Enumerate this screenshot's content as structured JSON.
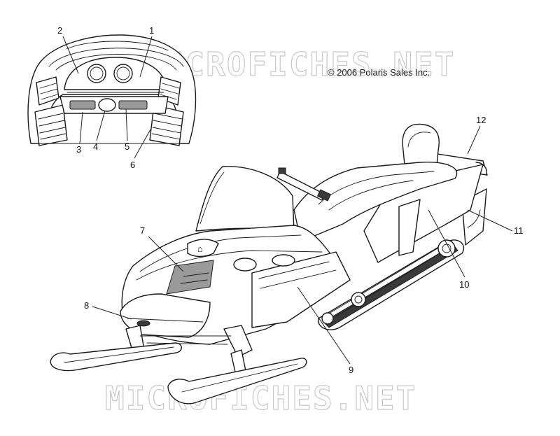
{
  "copyright": "© 2006 Polaris Sales Inc.",
  "watermarks": {
    "top": "MICROFICHES.NET",
    "bottom": "MICROFICHES.NET"
  },
  "callouts": [
    "1",
    "2",
    "3",
    "4",
    "5",
    "6",
    "7",
    "8",
    "9",
    "10",
    "11",
    "12"
  ]
}
